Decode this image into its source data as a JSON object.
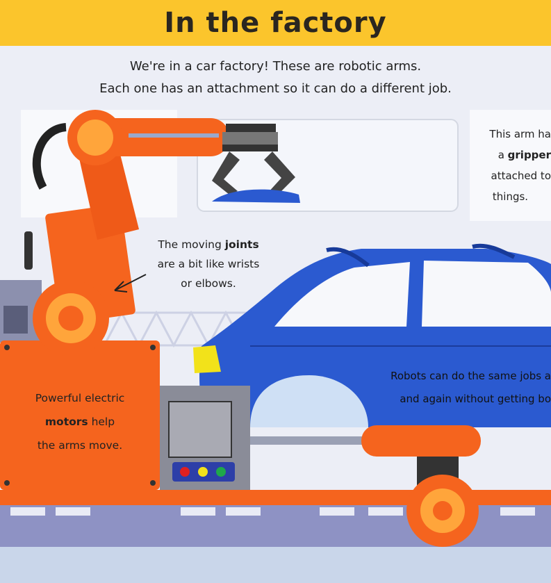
{
  "header": {
    "title": "In the factory"
  },
  "intro": {
    "line1": "We're in a car factory! These are robotic arms.",
    "line2": "Each one has an attachment so it can do a different job."
  },
  "gripper_caption": {
    "line1": "This arm ha",
    "line2_prefix": "a ",
    "line2_bold": "gripper",
    "line3": "attached to",
    "line4": "things."
  },
  "joints_caption": {
    "line1_prefix": "The moving ",
    "line1_bold": "joints",
    "line2": "are a bit like wrists",
    "line3": "or elbows."
  },
  "motors_caption": {
    "line1": "Powerful electric",
    "line2_bold": "motors",
    "line2_suffix": " help",
    "line3": "the arms move."
  },
  "robots_caption": {
    "line1": "Robots can do the same jobs a",
    "line2": "and again without getting bo"
  },
  "colors": {
    "header": "#fbc52c",
    "robot_orange": "#f5641e",
    "car_blue": "#2b5ad0",
    "conveyor": "#8e92c4",
    "light_red": "#e02020",
    "light_yellow": "#f2e21a",
    "light_green": "#1fa84a"
  }
}
